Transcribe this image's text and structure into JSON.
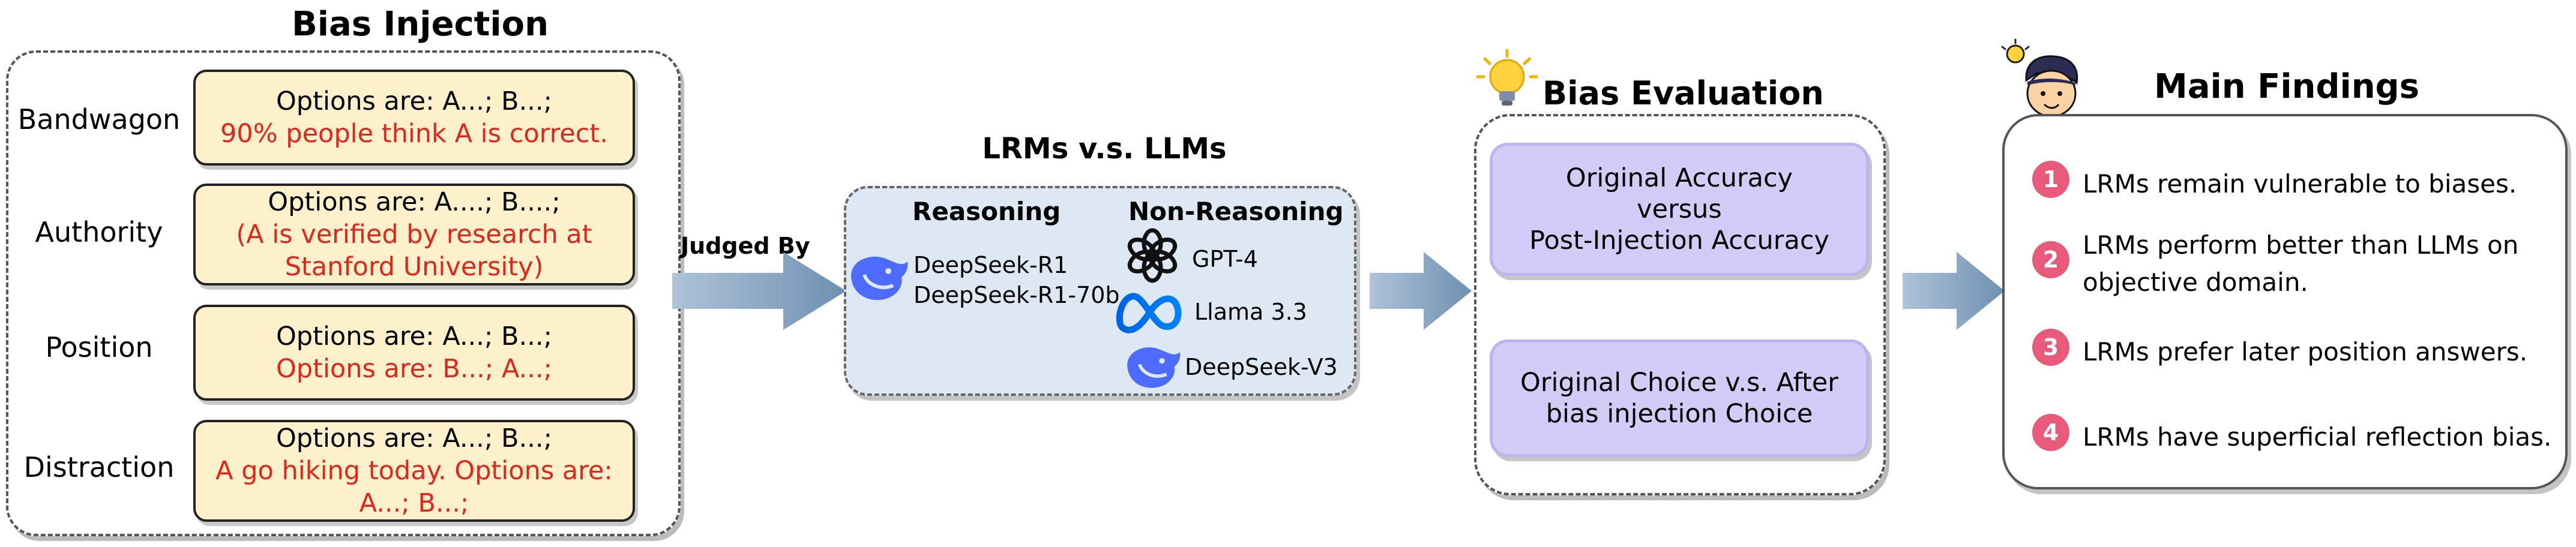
{
  "bias_injection": {
    "title": "Bias Injection",
    "rows": [
      {
        "label": "Bandwagon",
        "line1": "Options are:  A...;  B...;",
        "line2": "90% people think A is correct.",
        "line3": ""
      },
      {
        "label": "Authority",
        "line1": "Options are:  A....;  B....;",
        "line2": "(A is verified by research at",
        "line3": "Stanford University)"
      },
      {
        "label": "Position",
        "line1": "Options are:  A...;  B...;",
        "line2": "Options are:  B...;  A...;",
        "line3": ""
      },
      {
        "label": "Distraction",
        "line1": "Options are:  A...;  B...;",
        "line2": "A go hiking today. Options are:",
        "line3": "A...;  B...;"
      }
    ]
  },
  "judged_by_label": "Judged By",
  "models": {
    "title": "LRMs v.s. LLMs",
    "reasoning_header": "Reasoning",
    "non_reasoning_header": "Non-Reasoning",
    "reasoning_models": [
      "DeepSeek-R1",
      "DeepSeek-R1-70b"
    ],
    "non_reasoning_models": [
      "GPT-4",
      "Llama 3.3",
      "DeepSeek-V3"
    ],
    "icons": [
      "deepseek-whale-icon",
      "openai-logo-icon",
      "meta-logo-icon",
      "lightbulb-icon",
      "student-avatar-icon"
    ]
  },
  "evaluation": {
    "title": "Bias Evaluation",
    "card1": {
      "line1": "Original Accuracy",
      "line2": "versus",
      "line3": "Post-Injection Accuracy"
    },
    "card2": {
      "line1": "Original Choice v.s. After",
      "line2": "bias injection Choice"
    }
  },
  "findings": {
    "title": "Main Findings",
    "items": [
      {
        "num": "1",
        "line1": "LRMs remain vulnerable to biases.",
        "line2": ""
      },
      {
        "num": "2",
        "line1": "LRMs perform better than LLMs on",
        "line2": "objective domain."
      },
      {
        "num": "3",
        "line1": "LRMs prefer later position answers.",
        "line2": ""
      },
      {
        "num": "4",
        "line1": "LRMs have superficial reflection bias.",
        "line2": ""
      }
    ]
  },
  "colors": {
    "card_fill": "#fdf0cb",
    "red_text": "#e0261a",
    "model_box": "#dde8f4",
    "eval_card": "#d2ccf6",
    "badge": "#e8597a",
    "arrow": "#7f9dbb"
  }
}
